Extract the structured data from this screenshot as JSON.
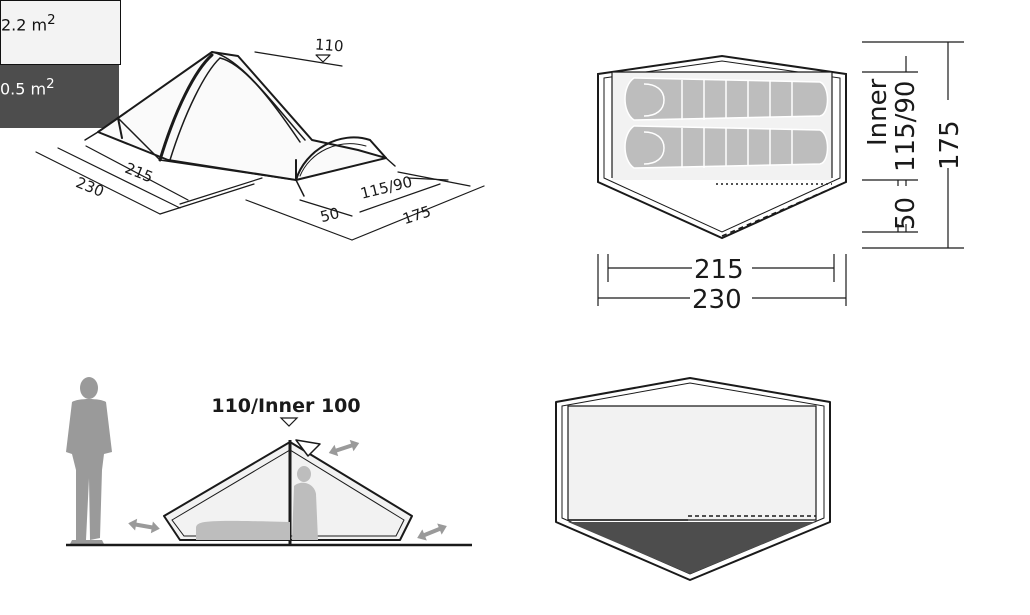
{
  "perspective": {
    "height_label": "110",
    "inner_length": "215",
    "outer_length": "230",
    "inner_width": "115/90",
    "vestibule_depth": "50",
    "outer_width": "175"
  },
  "top_view": {
    "inner_label": "Inner",
    "inner_width": "115/90",
    "outer_width": "175",
    "vestibule_depth": "50",
    "inner_length": "215",
    "outer_length": "230"
  },
  "side_view": {
    "height_label": "110/Inner 100"
  },
  "areas": {
    "inner_value": "2.2 m",
    "inner_sup": "2",
    "vestibule_value": "0.5 m",
    "vestibule_sup": "2"
  },
  "colors": {
    "inner_fill": "#f2f2f2",
    "vestibule_fill": "#4d4d4d",
    "line": "#1a1a1a",
    "sleeping_bag": "#bdbdbd",
    "person": "#9a9a9a"
  }
}
